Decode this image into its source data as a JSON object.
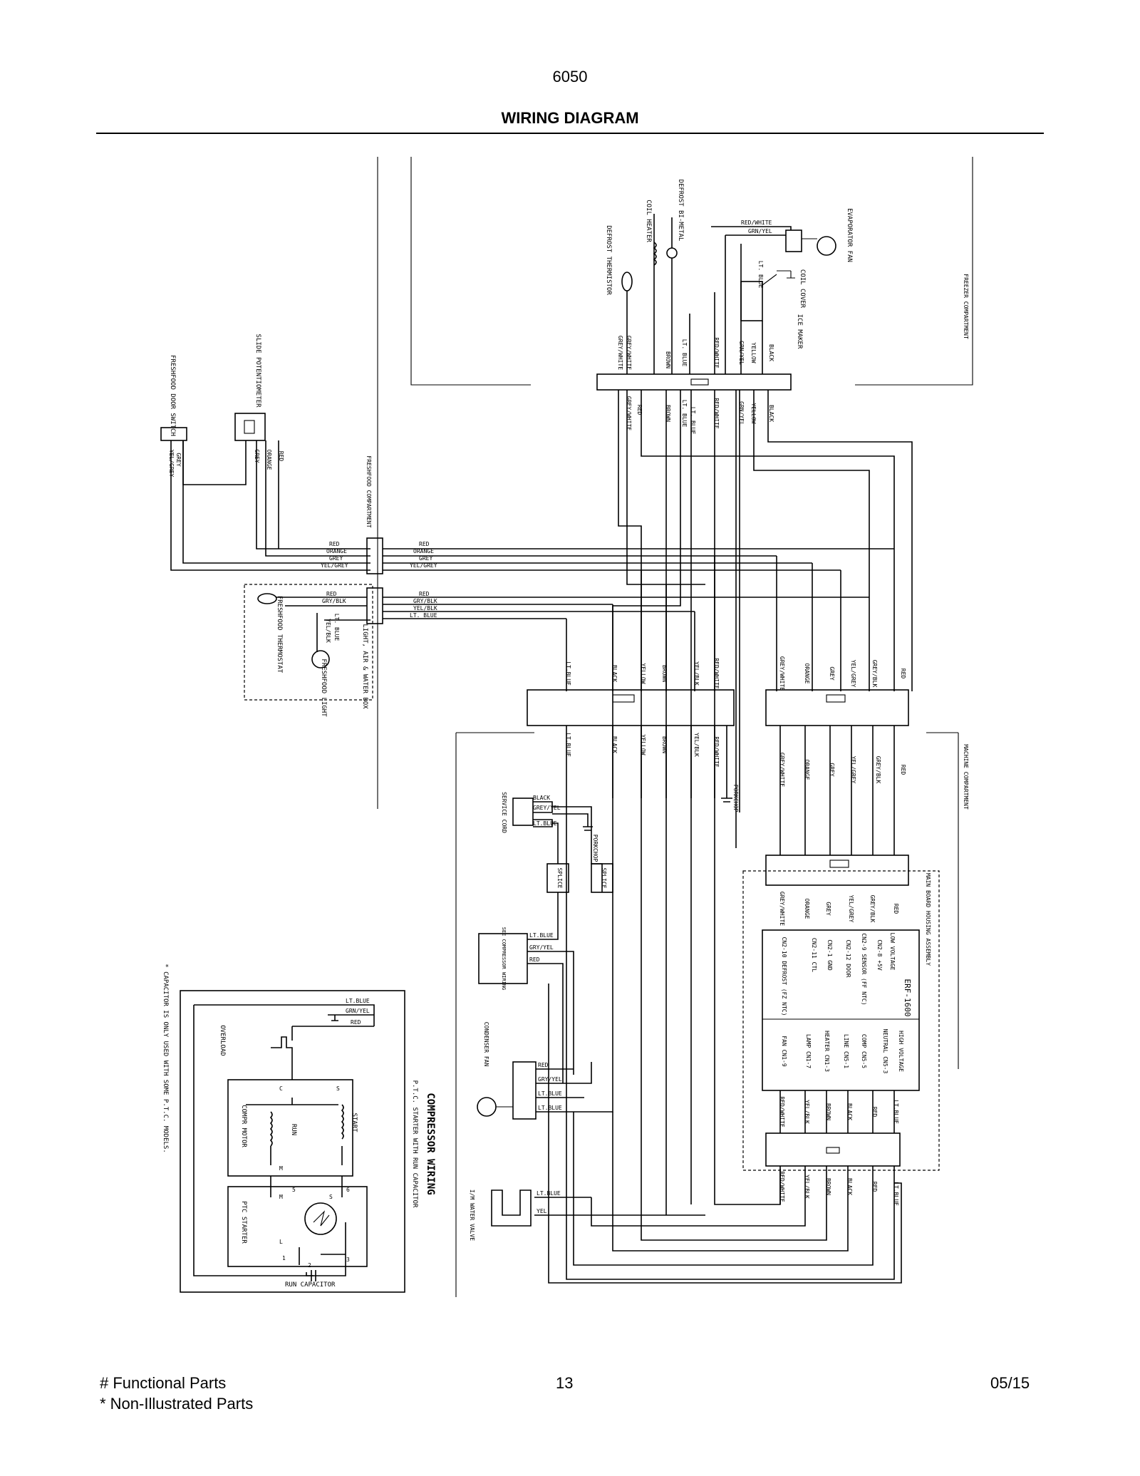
{
  "header": {
    "model": "6050",
    "title": "WIRING DIAGRAM"
  },
  "compartments": {
    "freezer": "FREEZER COMPARTMENT",
    "freshfood": "FRESHFOOD COMPARTMENT",
    "machine": "MACHINE COMPARTMENT"
  },
  "components": {
    "evaporator_fan": "EVAPORATOR FAN",
    "ice_maker": "ICE MAKER",
    "coil_cover": "COIL COVER",
    "defrost_bimetal": "DEFROST BI-METAL",
    "coil_heater": "COIL HEATER",
    "defrost_thermistor": "DEFROST THERMISTOR",
    "slide_pot": "SLIDE POTENTIOMETER",
    "ff_door_switch": "FRESHFOOD DOOR SWITCH",
    "ff_thermostat": "FRESHFOOD THERMOSTAT",
    "ff_light": "FRESHFOOD LIGHT",
    "light_box": "LIGHT, AIR & WATER BOX",
    "service_cord": "SERVICE CORD",
    "porkchop": "PORKCHOP",
    "splice": "SPLICE",
    "see_compressor": "SEE COMPRESSOR WIRING",
    "condenser_fan": "CONDENSER FAN",
    "water_valve": "I/M WATER VALVE",
    "main_board": "MAIN BOARD HOUSING ASSEMBLY",
    "erf": "ERF-1600"
  },
  "wires": {
    "freezer_top": [
      "GREY/WHITE",
      "GREY/WHITE",
      "BROWN",
      "LT. BLUE",
      "RED/WHITE",
      "GRN/YEL",
      "YELLOW",
      "BLACK"
    ],
    "freezer_bot": [
      "GREY/WHITE",
      "RED",
      "BROWN",
      "LT. BLUE",
      "LT. BLUE",
      "RED/WHITE",
      "GRN/YEL",
      "YELLOW",
      "BLACK"
    ],
    "evap": [
      "RED/WHITE",
      "GRN/YEL",
      "LT. BLUE"
    ],
    "ff_upper": [
      "RED",
      "ORANGE",
      "GREY",
      "YEL/GREY"
    ],
    "ff_lower": [
      "RED",
      "GRY/BLK",
      "YEL/BLK",
      "LT. BLUE"
    ],
    "pot": [
      "RED",
      "ORANGE",
      "GREY"
    ],
    "door": [
      "GREY",
      "YEL/GREY"
    ],
    "lightbox": [
      "LT. BLUE",
      "YEL/BLK"
    ],
    "left_conn_top": [
      "LT.BLUE",
      "BLACK",
      "YELLOW",
      "BROWN",
      "YEL/BLK",
      "RED/WHITE"
    ],
    "left_conn_bot": [
      "LT.BLUE",
      "BLACK",
      "YELLOW",
      "BROWN",
      "YEL/BLK",
      "RED/WHITE"
    ],
    "right_conn_top": [
      "GREY/WHITE",
      "ORANGE",
      "GREY",
      "YEL/GREY",
      "GREY/BLK",
      "RED"
    ],
    "right_conn_bot": [
      "GREY/WHITE",
      "ORANGE",
      "GREY",
      "YEL/GREY",
      "GREY/BLK",
      "RED"
    ],
    "board_top": [
      "GREY/WHITE",
      "ORANGE",
      "GREY",
      "YEL/GREY",
      "GREY/BLK",
      "RED"
    ],
    "board_bot": [
      "RED/WHITE",
      "YEL/BLK",
      "BROWN",
      "BLACK",
      "RED",
      "LT.BLUE"
    ],
    "board_out": [
      "RED/WHITE",
      "YEL/BLK",
      "BROWN",
      "BLACK",
      "RED",
      "LT.BLUE"
    ],
    "service": [
      "BLACK",
      "GREY/YEL",
      "LT.BLUE"
    ],
    "compressor": [
      "LT.BLUE",
      "GRY/YEL",
      "RED"
    ],
    "condenser": [
      "RED",
      "GRY/YEL",
      "LT.BLUE",
      "LT.BLUE"
    ],
    "valve": [
      "LT.BLUE",
      "YEL"
    ]
  },
  "board": {
    "low": [
      "LOW VOLTAGE",
      "CN2-8 +5V",
      "CN2-9 SENSOR (FF NTC)",
      "CN2-12 DOOR",
      "CN2-1 GND",
      "CN2-11 CTL",
      "CN2-10 DEFROST (FZ NTC)"
    ],
    "high": [
      "HIGH VOLTAGE",
      "NEUTRAL CN5-3",
      "COMP CN5-5",
      "LINE CN5-1",
      "HEATER CN1-3",
      "LAMP CN1-7",
      "FAN CN1-9"
    ]
  },
  "compressor_wiring": {
    "title": "COMPRESSOR WIRING",
    "subtitle": "P.T.C. STARTER WITH RUN CAPACITOR",
    "note": "* CAPACITOR IS ONLY USED WITH SOME P.T.C. MODELS.",
    "wires": [
      "LT.BLUE",
      "GRN/YEL",
      "RED"
    ],
    "overload": "OVERLOAD",
    "comp_motor": "COMPR MOTOR",
    "run": "RUN",
    "start": "START",
    "ptc": "PTC STARTER",
    "run_cap": "RUN CAPACITOR",
    "pins": [
      "C",
      "M",
      "S",
      "M",
      "S",
      "L",
      "5",
      "6",
      "1",
      "2",
      "3"
    ]
  },
  "footer": {
    "functional": "# Functional Parts",
    "non_illustrated": "* Non-Illustrated Parts",
    "page": "13",
    "date": "05/15"
  }
}
